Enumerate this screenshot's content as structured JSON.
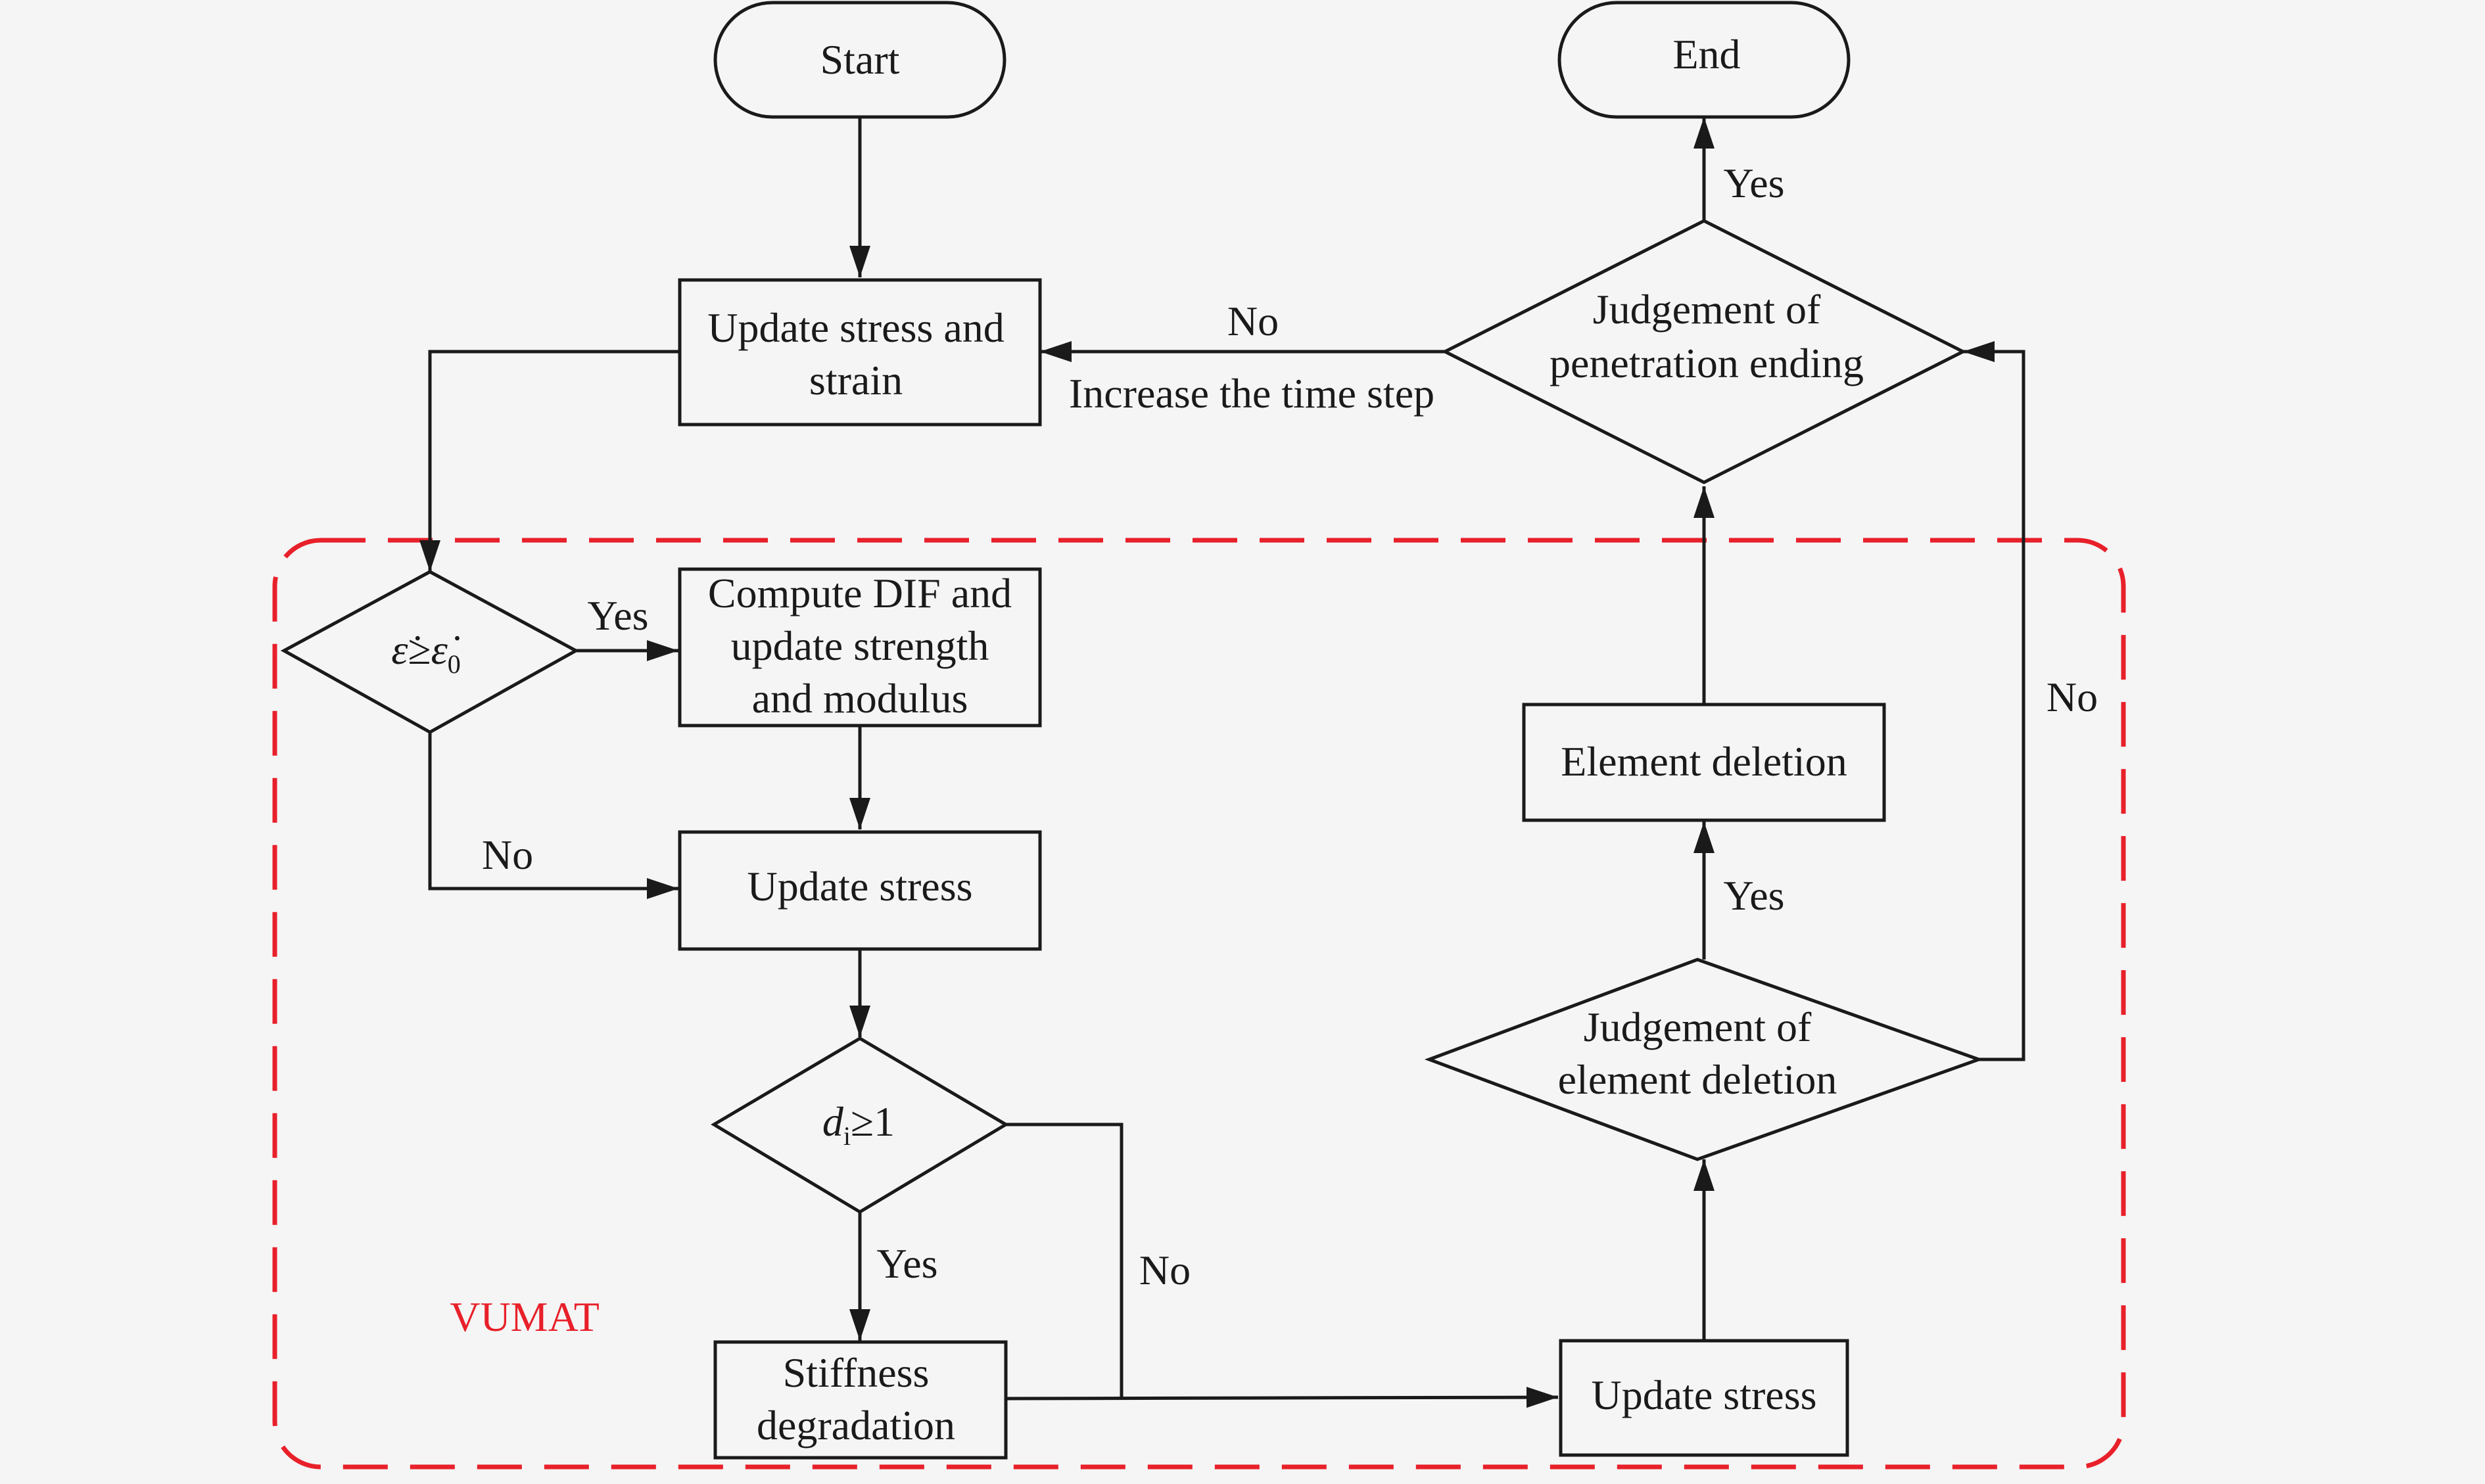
{
  "nodes": {
    "start": "Start",
    "end": "End",
    "update_stress_strain": [
      "Update stress and",
      "strain"
    ],
    "judge_penetration": [
      "Judgement of",
      "penetration ending"
    ],
    "strain_rate_check": {
      "var": "ε̇",
      "op": "≥",
      "ref": "ε̇",
      "ref_sub": "0"
    },
    "compute_dif": [
      "Compute DIF and",
      "update strength",
      "and modulus"
    ],
    "update_stress_1": "Update stress",
    "damage_check": {
      "var": "d",
      "sub": "i",
      "op": "≥1"
    },
    "stiffness_degradation": [
      "Stiffness",
      "degradation"
    ],
    "update_stress_2": "Update stress",
    "judge_element_deletion": [
      "Judgement of",
      "element deletion"
    ],
    "element_deletion": "Element deletion"
  },
  "edge_labels": {
    "penetration_yes": "Yes",
    "penetration_no": "No",
    "increase_time_step": "Increase the time step",
    "rate_yes": "Yes",
    "rate_no": "No",
    "damage_yes": "Yes",
    "damage_no": "No",
    "deletion_yes": "Yes",
    "deletion_no": "No"
  },
  "region": {
    "label": "VUMAT",
    "color": "#e8202a"
  }
}
